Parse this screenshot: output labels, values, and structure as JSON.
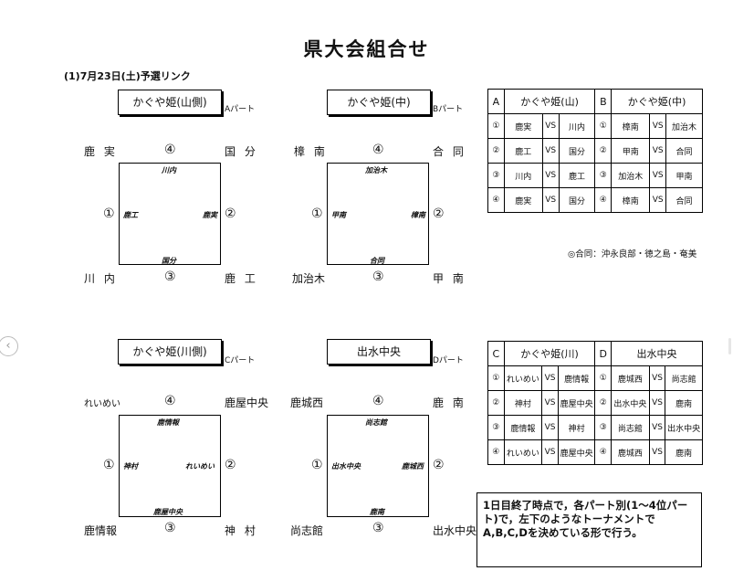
{
  "title": "県大会組合せ",
  "subtitle": "(1)7月23日(土)予選リンク",
  "parts": [
    {
      "name": "かぐや姫(山側)",
      "part_label": "Aパート",
      "corners": {
        "tl": "鹿 実",
        "tr": "国 分",
        "bl": "川 内",
        "br": "鹿 工"
      },
      "circles": {
        "top": "④",
        "left": "①",
        "right": "②",
        "bottom": "③"
      },
      "match_labels": {
        "top": "川内",
        "left": "鹿工",
        "right": "鹿実",
        "bottom": "国分"
      }
    },
    {
      "name": "かぐや姫(中)",
      "part_label": "Bパート",
      "corners": {
        "tl": "樟 南",
        "tr": "合 同",
        "bl": "加治木",
        "br": "甲 南"
      },
      "circles": {
        "top": "④",
        "left": "①",
        "right": "②",
        "bottom": "③"
      },
      "match_labels": {
        "top": "加治木",
        "left": "甲南",
        "right": "樟南",
        "bottom": "合同"
      }
    },
    {
      "name": "かぐや姫(川側)",
      "part_label": "Cパート",
      "corners": {
        "tl": "れいめい",
        "tr": "鹿屋中央",
        "bl": "鹿情報",
        "br": "神 村"
      },
      "circles": {
        "top": "④",
        "left": "①",
        "right": "②",
        "bottom": "③"
      },
      "match_labels": {
        "top": "鹿情報",
        "left": "神村",
        "right": "れいめい",
        "bottom": "鹿屋中央"
      }
    },
    {
      "name": "出水中央",
      "part_label": "Dパート",
      "corners": {
        "tl": "鹿城西",
        "tr": "鹿 南",
        "bl": "尚志館",
        "br": "出水中央"
      },
      "circles": {
        "top": "④",
        "left": "①",
        "right": "②",
        "bottom": "③"
      },
      "match_labels": {
        "top": "尚志館",
        "left": "出水中央",
        "right": "鹿城西",
        "bottom": "鹿南"
      }
    }
  ],
  "table1": {
    "headers": [
      "A",
      "かぐや姫(山)",
      "B",
      "かぐや姫(中)"
    ],
    "rows": [
      [
        "①",
        "鹿実",
        "VS",
        "川内",
        "①",
        "樟南",
        "VS",
        "加治木"
      ],
      [
        "②",
        "鹿工",
        "VS",
        "国分",
        "②",
        "甲南",
        "VS",
        "合同"
      ],
      [
        "③",
        "川内",
        "VS",
        "鹿工",
        "③",
        "加治木",
        "VS",
        "甲南"
      ],
      [
        "④",
        "鹿実",
        "VS",
        "国分",
        "④",
        "樟南",
        "VS",
        "合同"
      ]
    ]
  },
  "table2": {
    "headers": [
      "C",
      "かぐや姫(川)",
      "D",
      "出水中央"
    ],
    "rows": [
      [
        "①",
        "れいめい",
        "VS",
        "鹿情報",
        "①",
        "鹿城西",
        "VS",
        "尚志館"
      ],
      [
        "②",
        "神村",
        "VS",
        "鹿屋中央",
        "②",
        "出水中央",
        "VS",
        "鹿南"
      ],
      [
        "③",
        "鹿情報",
        "VS",
        "神村",
        "③",
        "尚志館",
        "VS",
        "出水中央"
      ],
      [
        "④",
        "れいめい",
        "VS",
        "鹿屋中央",
        "④",
        "鹿城西",
        "VS",
        "鹿南"
      ]
    ]
  },
  "note": "◎合同：沖永良部・徳之島・奄美",
  "info_box": "1日目終了時点で，各パート別(1～4位パート)で，左下のようなトーナメントでA,B,C,Dを決めている形で行う。",
  "nav": {
    "prev_icon": "chevron-left-icon",
    "prev_glyph": "‹"
  }
}
